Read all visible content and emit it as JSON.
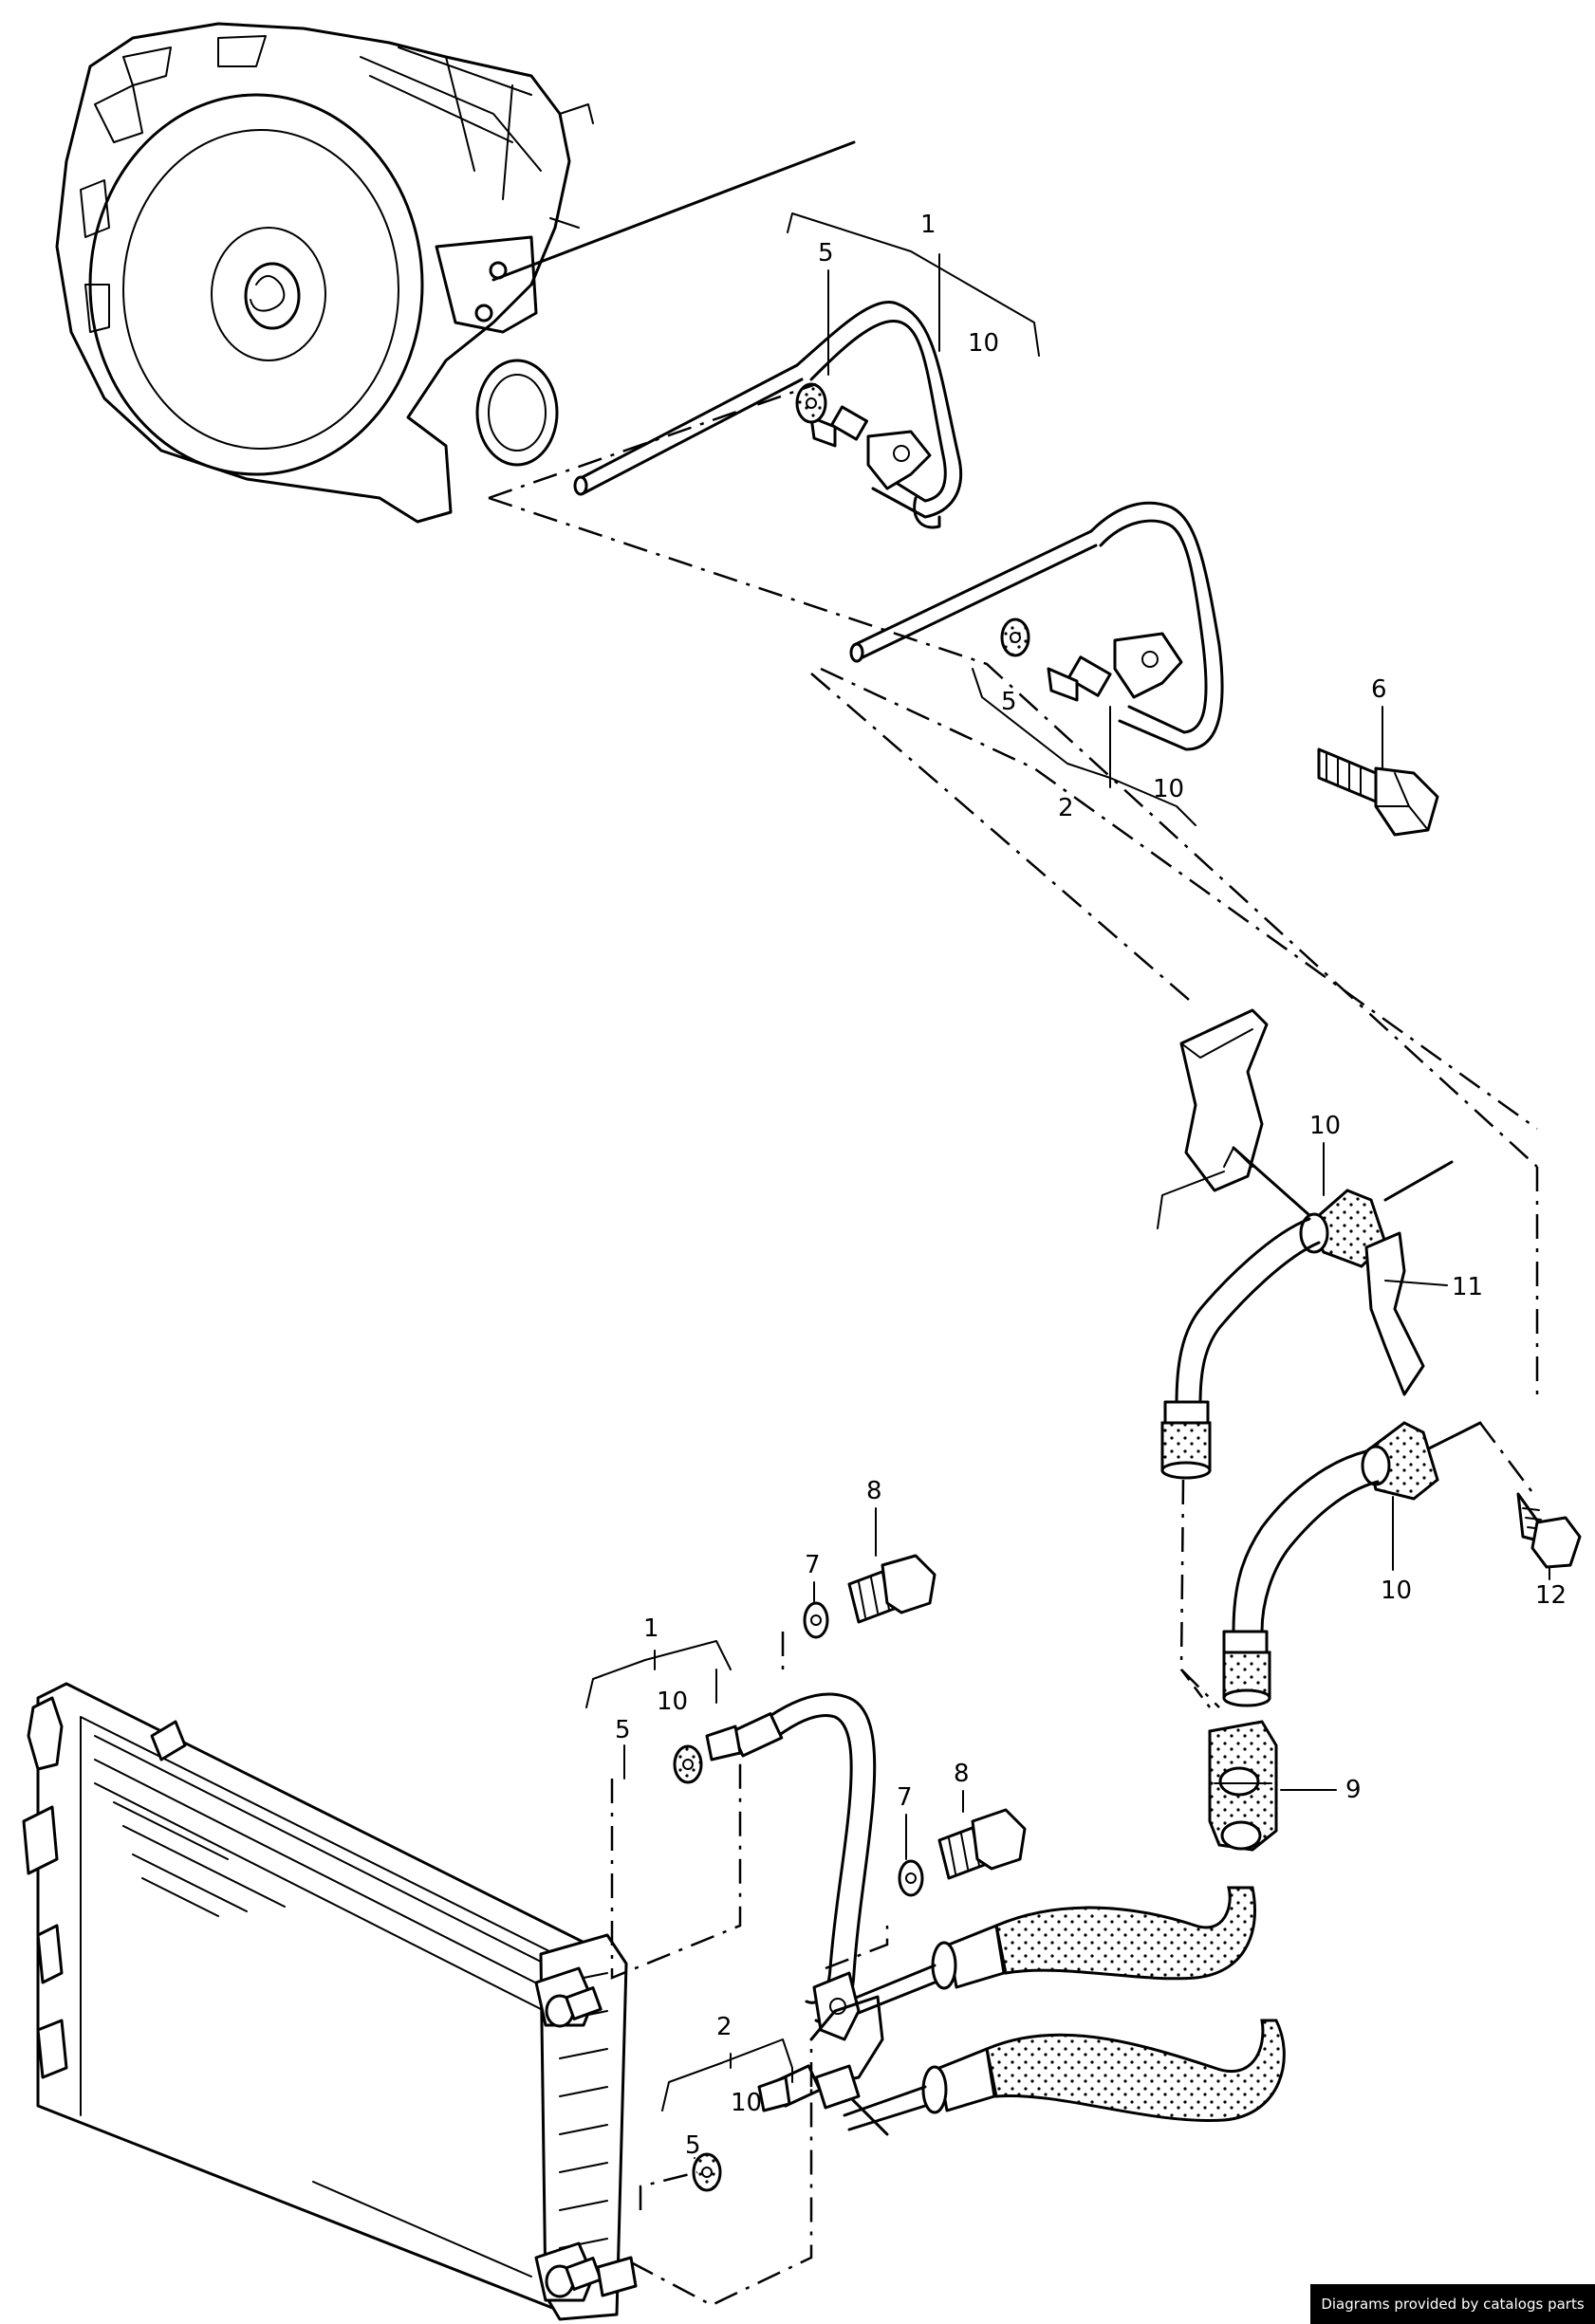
{
  "diagram": {
    "callouts": {
      "c1a": "1",
      "c10a": "10",
      "c5a": "5",
      "c5b": "5",
      "c2a": "2",
      "c10b": "10",
      "c6": "6",
      "c10c": "10",
      "c11": "11",
      "c10d": "10",
      "c12": "12",
      "c7a": "7",
      "c8a": "8",
      "c1b": "1",
      "c10e": "10",
      "c5c": "5",
      "c7b": "7",
      "c8b": "8",
      "c9": "9",
      "c2b": "2",
      "c10f": "10",
      "c5d": "5"
    }
  },
  "footer": {
    "credit": "Diagrams provided by catalogs parts"
  }
}
